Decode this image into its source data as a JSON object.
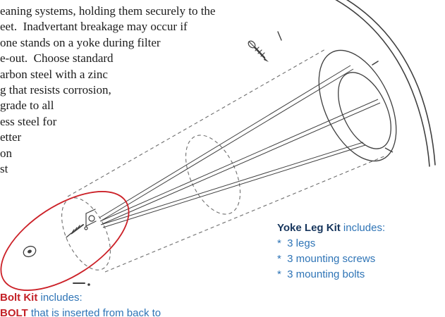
{
  "colors": {
    "paragraph_text": "#1b1b1b",
    "kit_blue": "#2e74b6",
    "kit_navy": "#17365d",
    "kit_red": "#c32026",
    "highlight_red": "#cc2128",
    "drawing_stroke": "#444444"
  },
  "paragraph": {
    "lines": [
      "eaning systems, holding them securely to the",
      "eet.  Inadvertant breakage may occur if",
      "one stands on a yoke during filter",
      "e-out.  Choose standard",
      "arbon steel with a zinc",
      "g that resists corrosion,",
      "grade to all",
      "ess steel for",
      "etter",
      "on",
      "st"
    ]
  },
  "yoke_leg_kit": {
    "title": "Yoke Leg Kit",
    "includes_label": " includes:",
    "items": [
      "*  3 legs",
      "*  3 mounting screws",
      "*  3 mounting bolts"
    ]
  },
  "bolt_kit": {
    "title": "Bolt Kit",
    "includes_label": " includes:",
    "detail_bold": "BOLT",
    "detail_rest": " that is inserted from back to"
  },
  "drawing": {
    "description": "wireframe perspective drawing of a filter-bag yoke cage",
    "icons": {
      "screw": "screw-icon",
      "washer": "washer-icon",
      "highlight": "red-highlight-ellipse",
      "sheet_edge": "sheet-edge-curve"
    }
  }
}
